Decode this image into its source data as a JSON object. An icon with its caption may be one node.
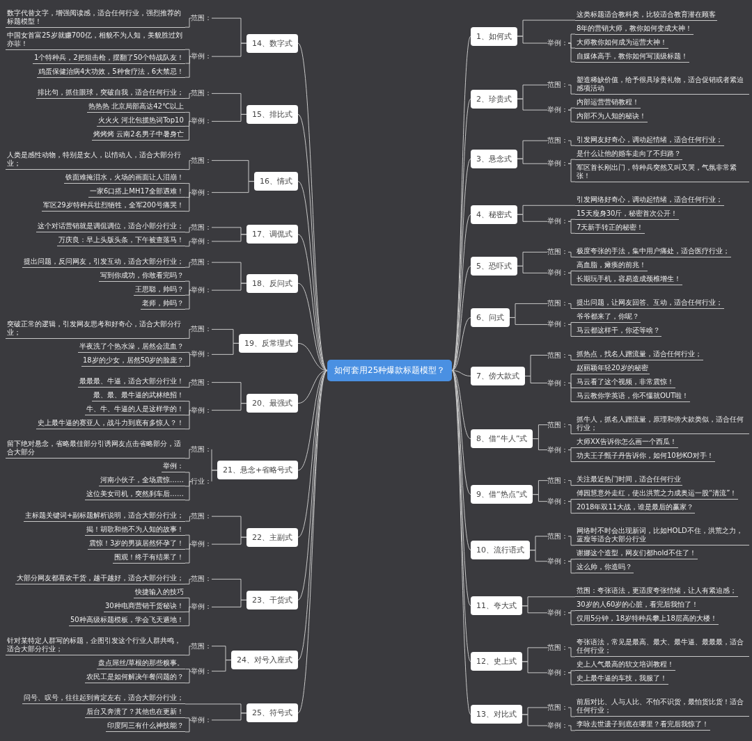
{
  "diagram": {
    "nodes": [
      {
        "text": [
          "如何套用25种爆款标题模型？"
        ]
      },
      {
        "text": [
          "1、如何式"
        ]
      },
      {
        "text": [
          "这类标题适合教科类，比较适合教育潜在顾客"
        ]
      },
      {
        "text": [
          "举例："
        ]
      },
      {
        "text": [
          "8年的营销大师，教你如何变成大神！"
        ]
      },
      {
        "text": [
          "大师教你如何成为运营大神！"
        ]
      },
      {
        "text": [
          "自媒体高手，教你如何写顶级标题！"
        ]
      },
      {
        "text": [
          "2、珍贵式"
        ]
      },
      {
        "text": [
          "范围："
        ]
      },
      {
        "text": [
          "塑造稀缺价值，给予很具珍贵礼物，适合促销或者紧迫感项活动"
        ]
      },
      {
        "text": [
          "举例："
        ]
      },
      {
        "text": [
          "内部运营营销教程！"
        ]
      },
      {
        "text": [
          "内部不为人知的秘诀！"
        ]
      },
      {
        "text": [
          "3、悬念式"
        ]
      },
      {
        "text": [
          "范围："
        ]
      },
      {
        "text": [
          "引发网友好奇心，调动起情绪，适合任何行业；"
        ]
      },
      {
        "text": [
          "举例："
        ]
      },
      {
        "text": [
          "是什么让他的婚车走向了不归路？"
        ]
      },
      {
        "text": [
          "军区首长刚出门，特种兵突然又叫又哭，气氛非常紧张！"
        ]
      },
      {
        "text": [
          "4、秘密式"
        ]
      },
      {
        "text": [
          "引发网络好奇心，调动起情绪，适合任何行业；"
        ]
      },
      {
        "text": [
          "举例："
        ]
      },
      {
        "text": [
          "15天瘦身30斤，秘密首次公开！"
        ]
      },
      {
        "text": [
          "7天新手转正的秘密！"
        ]
      },
      {
        "text": [
          "5、恐吓式"
        ]
      },
      {
        "text": [
          "范围："
        ]
      },
      {
        "text": [
          "极度夸张的手法，集中用户痛处，适合医疗行业；"
        ]
      },
      {
        "text": [
          "举例："
        ]
      },
      {
        "text": [
          "高血脂，瘫痪的前兆！"
        ]
      },
      {
        "text": [
          "长期玩手机，容易造成颈椎增生！"
        ]
      },
      {
        "text": [
          "6、问式"
        ]
      },
      {
        "text": [
          "范围："
        ]
      },
      {
        "text": [
          "提出问题，让网友回答、互动，适合任何行业；"
        ]
      },
      {
        "text": [
          "举例："
        ]
      },
      {
        "text": [
          "爷爷都来了，你呢？"
        ]
      },
      {
        "text": [
          "马云都这样干，你还等啥？"
        ]
      },
      {
        "text": [
          "7、傍大款式"
        ]
      },
      {
        "text": [
          "范围："
        ]
      },
      {
        "text": [
          "抓热点，找名人蹭流量，适合任何行业；"
        ]
      },
      {
        "text": [
          "举例："
        ]
      },
      {
        "text": [
          "赵丽颖年轻20岁的秘密"
        ]
      },
      {
        "text": [
          "马云看了这个视频，非常震惊！"
        ]
      },
      {
        "text": [
          "马云教你学英语，你不懂就OUT啦！"
        ]
      },
      {
        "text": [
          "8、借“牛人”式"
        ]
      },
      {
        "text": [
          "范围："
        ]
      },
      {
        "text": [
          "抓牛人，抓名人蹭流量，原理和傍大款类似，适合任何行业；"
        ]
      },
      {
        "text": [
          "举例："
        ]
      },
      {
        "text": [
          "大师XX告诉你怎么画一个西瓜！"
        ]
      },
      {
        "text": [
          "功夫王子甄子丹告诉你，如何10秒KO对手！"
        ]
      },
      {
        "text": [
          "9、借“热点”式"
        ]
      },
      {
        "text": [
          "范围："
        ]
      },
      {
        "text": [
          "关注最近热门时间，适合任何行业"
        ]
      },
      {
        "text": [
          "举例："
        ]
      },
      {
        "text": [
          "傅园慧意外走红，使出洪荒之力成奥运一股“清流”！"
        ]
      },
      {
        "text": [
          "2018年双11大战，谁是最后的赢家？"
        ]
      },
      {
        "text": [
          "10、流行语式"
        ]
      },
      {
        "text": [
          "范围："
        ]
      },
      {
        "text": [
          "网络时不时会出现新词，比如HOLD不住，洪荒之力，蓝瘦等适合大部分行业"
        ]
      },
      {
        "text": [
          "举例："
        ]
      },
      {
        "text": [
          "谢娜这个造型，网友们都hold不住了！"
        ]
      },
      {
        "text": [
          "这么帅，你造吗？"
        ]
      },
      {
        "text": [
          "11、夸大式"
        ]
      },
      {
        "text": [
          "范围：夸张语法，更适度夸张情绪，让人有紧迫感；"
        ]
      },
      {
        "text": [
          "举例："
        ]
      },
      {
        "text": [
          "30岁的人60岁的心脏，看完后我怕了！"
        ]
      },
      {
        "text": [
          "仅用5分钟，18岁特种兵攀上18层高的大楼！"
        ]
      },
      {
        "text": [
          "12、史上式"
        ]
      },
      {
        "text": [
          "范围："
        ]
      },
      {
        "text": [
          "夸张语法，常见是最高、最大、最牛逼、最最最，适合任何行业；"
        ]
      },
      {
        "text": [
          "举例："
        ]
      },
      {
        "text": [
          "史上人气最高的软文培训教程！"
        ]
      },
      {
        "text": [
          "史上最牛逼的车技，我服了！"
        ]
      },
      {
        "text": [
          "13、对比式"
        ]
      },
      {
        "text": [
          "范围："
        ]
      },
      {
        "text": [
          "前后对比、人与人比、不怕不识货，最怕货比货！适合任何行业；"
        ]
      },
      {
        "text": [
          "举例："
        ]
      },
      {
        "text": [
          "李咏去世遗子到底在哪里？看完后我惊了！"
        ]
      },
      {
        "text": [
          "14、数字式"
        ]
      },
      {
        "text": [
          "范围："
        ]
      },
      {
        "text": [
          "数字代替文字，增强阅读感，适合任何行业，强烈推荐的标题模型！"
        ]
      },
      {
        "text": [
          "举例："
        ]
      },
      {
        "text": [
          "中国女首富25岁就赚700亿，相貌不为人知，美貌胜过刘亦菲！"
        ]
      },
      {
        "text": [
          "1个特种兵，2把狙击枪，摆翻了50个特战队友！"
        ]
      },
      {
        "text": [
          "鸡蛋保健治病4大功效，5种食疗法，6大禁忌！"
        ]
      },
      {
        "text": [
          "15、排比式"
        ]
      },
      {
        "text": [
          "范围："
        ]
      },
      {
        "text": [
          "排比句，抓住眼球，突破自我，适合任何行业；"
        ]
      },
      {
        "text": [
          "举例："
        ]
      },
      {
        "text": [
          "热热热 北京局部高达42℃以上"
        ]
      },
      {
        "text": [
          "火火火 河北包揽热词Top10"
        ]
      },
      {
        "text": [
          "烤烤烤 云南2名男子中暑身亡"
        ]
      },
      {
        "text": [
          "16、情式"
        ]
      },
      {
        "text": [
          "范围："
        ]
      },
      {
        "text": [
          "人类是感性动物，特别是女人，以情动人，适合大部分行业；"
        ]
      },
      {
        "text": [
          "举例："
        ]
      },
      {
        "text": [
          "铁面难掩泪水，火场的画面让人泪崩！"
        ]
      },
      {
        "text": [
          "一家6口搭上MH17全部遇难！"
        ]
      },
      {
        "text": [
          "军区29岁特种兵壮烈牺牲，全军200号痛哭！"
        ]
      },
      {
        "text": [
          "17、调侃式"
        ]
      },
      {
        "text": [
          "范围："
        ]
      },
      {
        "text": [
          "这个对话营销就是调侃调位，适合小部分行业；"
        ]
      },
      {
        "text": [
          "举例："
        ]
      },
      {
        "text": [
          "万庆良：早上头版头条，下午被查落马！"
        ]
      },
      {
        "text": [
          "18、反问式"
        ]
      },
      {
        "text": [
          "范围："
        ]
      },
      {
        "text": [
          "提出问题，反问网友，引发互动，适合大部分行业；"
        ]
      },
      {
        "text": [
          "举例："
        ]
      },
      {
        "text": [
          "写到你成功，你敢看完吗？"
        ]
      },
      {
        "text": [
          "王思聪，帅吗？"
        ]
      },
      {
        "text": [
          "老师，帅吗？"
        ]
      },
      {
        "text": [
          "19、反常理式"
        ]
      },
      {
        "text": [
          "范围："
        ]
      },
      {
        "text": [
          "突破正常的逻辑，引发网友思考和好奇心，适合大部分行业；"
        ]
      },
      {
        "text": [
          "举例："
        ]
      },
      {
        "text": [
          "半夜洗了个热水澡，居然会流血？"
        ]
      },
      {
        "text": [
          "18岁的少女，居然50岁的脸庞？"
        ]
      },
      {
        "text": [
          "20、最强式"
        ]
      },
      {
        "text": [
          "范围："
        ]
      },
      {
        "text": [
          "最最最、牛逼，适合大部分行业！"
        ]
      },
      {
        "text": [
          "举例："
        ]
      },
      {
        "text": [
          "最、最、最牛逼的武林绝招！"
        ]
      },
      {
        "text": [
          "牛、牛、牛逼的人是这样学的！"
        ]
      },
      {
        "text": [
          "史上最牛逼的赛亚人，战斗力到底有多惊人？！"
        ]
      },
      {
        "text": [
          "21、悬念+省略号式"
        ]
      },
      {
        "text": [
          "范围："
        ]
      },
      {
        "text": [
          "留下绝对悬念，省略最佳部分引诱网友点击省略部分，适合大部分"
        ]
      },
      {
        "text": [
          "行业："
        ]
      },
      {
        "text": [
          "举例："
        ]
      },
      {
        "text": [
          "河南小伙子，全场震惊……"
        ]
      },
      {
        "text": [
          "这位美女司机，突然刹车后……"
        ]
      },
      {
        "text": [
          "22、主副式"
        ]
      },
      {
        "text": [
          "范围："
        ]
      },
      {
        "text": [
          "主标题关键词+副标题解析说明，适合大部分行业；"
        ]
      },
      {
        "text": [
          "举例："
        ]
      },
      {
        "text": [
          "揭！胡歌和他不为人知的故事！"
        ]
      },
      {
        "text": [
          "震惊！3岁的男孩居然怀孕了！"
        ]
      },
      {
        "text": [
          "围观！终于有结果了！"
        ]
      },
      {
        "text": [
          "23、干货式"
        ]
      },
      {
        "text": [
          "范围："
        ]
      },
      {
        "text": [
          "大部分网友都喜欢干货，越干越好，适合大部分行业；"
        ]
      },
      {
        "text": [
          "举例："
        ]
      },
      {
        "text": [
          "快捷输入的技巧"
        ]
      },
      {
        "text": [
          "30种电商营销干货秘诀！"
        ]
      },
      {
        "text": [
          "50种高级标题模板，学会飞天遁地！"
        ]
      },
      {
        "text": [
          "24、对号入座式"
        ]
      },
      {
        "text": [
          "范围："
        ]
      },
      {
        "text": [
          "针对某特定人群写的标题，企图引发这个行业人群共鸣，适合大部分行业；"
        ]
      },
      {
        "text": [
          "举例："
        ]
      },
      {
        "text": [
          "盘点屌丝/草根的那些糗事。"
        ]
      },
      {
        "text": [
          "农民工是如何解决午餐问题的？"
        ]
      },
      {
        "text": [
          "25、符号式"
        ]
      },
      {
        "text": [
          "问号、叹号，往往起到肯定左右，适合大部分行业；"
        ]
      },
      {
        "text": [
          "举例："
        ]
      },
      {
        "text": [
          "后台又奔溃了？其他也在更新！"
        ]
      },
      {
        "text": [
          "印度阿三有什么神技能？"
        ]
      }
    ],
    "edges": [
      {
        "from": 0,
        "to": 1,
        "arrow": "none"
      },
      {
        "from": 1,
        "to": 2,
        "arrow": "none"
      },
      {
        "from": 1,
        "to": 3,
        "arrow": "none"
      },
      {
        "from": 3,
        "to": 4,
        "arrow": "none"
      },
      {
        "from": 3,
        "to": 5,
        "arrow": "none"
      },
      {
        "from": 3,
        "to": 6,
        "arrow": "none"
      },
      {
        "from": 0,
        "to": 7,
        "arrow": "none"
      },
      {
        "from": 7,
        "to": 8,
        "arrow": "none"
      },
      {
        "from": 8,
        "to": 9,
        "arrow": "none"
      },
      {
        "from": 7,
        "to": 10,
        "arrow": "none"
      },
      {
        "from": 10,
        "to": 11,
        "arrow": "none"
      },
      {
        "from": 10,
        "to": 12,
        "arrow": "none"
      },
      {
        "from": 0,
        "to": 13,
        "arrow": "none"
      },
      {
        "from": 13,
        "to": 14,
        "arrow": "none"
      },
      {
        "from": 14,
        "to": 15,
        "arrow": "none"
      },
      {
        "from": 13,
        "to": 16,
        "arrow": "none"
      },
      {
        "from": 16,
        "to": 17,
        "arrow": "none"
      },
      {
        "from": 16,
        "to": 18,
        "arrow": "none"
      },
      {
        "from": 0,
        "to": 19,
        "arrow": "none"
      },
      {
        "from": 19,
        "to": 20,
        "arrow": "none"
      },
      {
        "from": 19,
        "to": 21,
        "arrow": "none"
      },
      {
        "from": 21,
        "to": 22,
        "arrow": "none"
      },
      {
        "from": 21,
        "to": 23,
        "arrow": "none"
      },
      {
        "from": 0,
        "to": 24,
        "arrow": "none"
      },
      {
        "from": 24,
        "to": 25,
        "arrow": "none"
      },
      {
        "from": 25,
        "to": 26,
        "arrow": "none"
      },
      {
        "from": 24,
        "to": 27,
        "arrow": "none"
      },
      {
        "from": 27,
        "to": 28,
        "arrow": "none"
      },
      {
        "from": 27,
        "to": 29,
        "arrow": "none"
      },
      {
        "from": 0,
        "to": 30,
        "arrow": "none"
      },
      {
        "from": 30,
        "to": 31,
        "arrow": "none"
      },
      {
        "from": 31,
        "to": 32,
        "arrow": "none"
      },
      {
        "from": 30,
        "to": 33,
        "arrow": "none"
      },
      {
        "from": 33,
        "to": 34,
        "arrow": "none"
      },
      {
        "from": 33,
        "to": 35,
        "arrow": "none"
      },
      {
        "from": 0,
        "to": 36,
        "arrow": "none"
      },
      {
        "from": 36,
        "to": 37,
        "arrow": "none"
      },
      {
        "from": 37,
        "to": 38,
        "arrow": "none"
      },
      {
        "from": 36,
        "to": 39,
        "arrow": "none"
      },
      {
        "from": 39,
        "to": 40,
        "arrow": "none"
      },
      {
        "from": 39,
        "to": 41,
        "arrow": "none"
      },
      {
        "from": 39,
        "to": 42,
        "arrow": "none"
      },
      {
        "from": 0,
        "to": 43,
        "arrow": "none"
      },
      {
        "from": 43,
        "to": 44,
        "arrow": "none"
      },
      {
        "from": 44,
        "to": 45,
        "arrow": "none"
      },
      {
        "from": 43,
        "to": 46,
        "arrow": "none"
      },
      {
        "from": 46,
        "to": 47,
        "arrow": "none"
      },
      {
        "from": 46,
        "to": 48,
        "arrow": "none"
      },
      {
        "from": 0,
        "to": 49,
        "arrow": "none"
      },
      {
        "from": 49,
        "to": 50,
        "arrow": "none"
      },
      {
        "from": 50,
        "to": 51,
        "arrow": "none"
      },
      {
        "from": 49,
        "to": 52,
        "arrow": "none"
      },
      {
        "from": 52,
        "to": 53,
        "arrow": "none"
      },
      {
        "from": 52,
        "to": 54,
        "arrow": "none"
      },
      {
        "from": 0,
        "to": 55,
        "arrow": "none"
      },
      {
        "from": 55,
        "to": 56,
        "arrow": "none"
      },
      {
        "from": 56,
        "to": 57,
        "arrow": "none"
      },
      {
        "from": 55,
        "to": 58,
        "arrow": "none"
      },
      {
        "from": 58,
        "to": 59,
        "arrow": "none"
      },
      {
        "from": 58,
        "to": 60,
        "arrow": "none"
      },
      {
        "from": 0,
        "to": 61,
        "arrow": "none"
      },
      {
        "from": 61,
        "to": 62,
        "arrow": "none"
      },
      {
        "from": 61,
        "to": 63,
        "arrow": "none"
      },
      {
        "from": 63,
        "to": 64,
        "arrow": "none"
      },
      {
        "from": 63,
        "to": 65,
        "arrow": "none"
      },
      {
        "from": 0,
        "to": 66,
        "arrow": "none"
      },
      {
        "from": 66,
        "to": 67,
        "arrow": "none"
      },
      {
        "from": 67,
        "to": 68,
        "arrow": "none"
      },
      {
        "from": 66,
        "to": 69,
        "arrow": "none"
      },
      {
        "from": 69,
        "to": 70,
        "arrow": "none"
      },
      {
        "from": 69,
        "to": 71,
        "arrow": "none"
      },
      {
        "from": 0,
        "to": 72,
        "arrow": "none"
      },
      {
        "from": 72,
        "to": 73,
        "arrow": "none"
      },
      {
        "from": 73,
        "to": 74,
        "arrow": "none"
      },
      {
        "from": 72,
        "to": 75,
        "arrow": "none"
      },
      {
        "from": 75,
        "to": 76,
        "arrow": "none"
      },
      {
        "from": 0,
        "to": 77,
        "arrow": "none"
      },
      {
        "from": 77,
        "to": 78,
        "arrow": "none"
      },
      {
        "from": 78,
        "to": 79,
        "arrow": "none"
      },
      {
        "from": 77,
        "to": 80,
        "arrow": "none"
      },
      {
        "from": 80,
        "to": 81,
        "arrow": "none"
      },
      {
        "from": 80,
        "to": 82,
        "arrow": "none"
      },
      {
        "from": 80,
        "to": 83,
        "arrow": "none"
      },
      {
        "from": 0,
        "to": 84,
        "arrow": "none"
      },
      {
        "from": 84,
        "to": 85,
        "arrow": "none"
      },
      {
        "from": 85,
        "to": 86,
        "arrow": "none"
      },
      {
        "from": 84,
        "to": 87,
        "arrow": "none"
      },
      {
        "from": 87,
        "to": 88,
        "arrow": "none"
      },
      {
        "from": 87,
        "to": 89,
        "arrow": "none"
      },
      {
        "from": 87,
        "to": 90,
        "arrow": "none"
      },
      {
        "from": 0,
        "to": 91,
        "arrow": "none"
      },
      {
        "from": 91,
        "to": 92,
        "arrow": "none"
      },
      {
        "from": 92,
        "to": 93,
        "arrow": "none"
      },
      {
        "from": 91,
        "to": 94,
        "arrow": "none"
      },
      {
        "from": 94,
        "to": 95,
        "arrow": "none"
      },
      {
        "from": 94,
        "to": 96,
        "arrow": "none"
      },
      {
        "from": 94,
        "to": 97,
        "arrow": "none"
      },
      {
        "from": 0,
        "to": 98,
        "arrow": "none"
      },
      {
        "from": 98,
        "to": 99,
        "arrow": "none"
      },
      {
        "from": 99,
        "to": 100,
        "arrow": "none"
      },
      {
        "from": 98,
        "to": 101,
        "arrow": "none"
      },
      {
        "from": 101,
        "to": 102,
        "arrow": "none"
      },
      {
        "from": 0,
        "to": 103,
        "arrow": "none"
      },
      {
        "from": 103,
        "to": 104,
        "arrow": "none"
      },
      {
        "from": 104,
        "to": 105,
        "arrow": "none"
      },
      {
        "from": 103,
        "to": 106,
        "arrow": "none"
      },
      {
        "from": 106,
        "to": 107,
        "arrow": "none"
      },
      {
        "from": 106,
        "to": 108,
        "arrow": "none"
      },
      {
        "from": 106,
        "to": 109,
        "arrow": "none"
      },
      {
        "from": 0,
        "to": 110,
        "arrow": "none"
      },
      {
        "from": 110,
        "to": 111,
        "arrow": "none"
      },
      {
        "from": 111,
        "to": 112,
        "arrow": "none"
      },
      {
        "from": 110,
        "to": 113,
        "arrow": "none"
      },
      {
        "from": 113,
        "to": 114,
        "arrow": "none"
      },
      {
        "from": 113,
        "to": 115,
        "arrow": "none"
      },
      {
        "from": 0,
        "to": 116,
        "arrow": "none"
      },
      {
        "from": 116,
        "to": 117,
        "arrow": "none"
      },
      {
        "from": 117,
        "to": 118,
        "arrow": "none"
      },
      {
        "from": 116,
        "to": 119,
        "arrow": "none"
      },
      {
        "from": 119,
        "to": 120,
        "arrow": "none"
      },
      {
        "from": 119,
        "to": 121,
        "arrow": "none"
      },
      {
        "from": 119,
        "to": 122,
        "arrow": "none"
      },
      {
        "from": 0,
        "to": 123,
        "arrow": "none"
      },
      {
        "from": 123,
        "to": 124,
        "arrow": "none"
      },
      {
        "from": 124,
        "to": 125,
        "arrow": "none"
      },
      {
        "from": 123,
        "to": 126,
        "arrow": "none"
      },
      {
        "from": 126,
        "to": 127,
        "arrow": "none"
      },
      {
        "from": 126,
        "to": 128,
        "arrow": "none"
      },
      {
        "from": 126,
        "to": 129,
        "arrow": "none"
      },
      {
        "from": 0,
        "to": 130,
        "arrow": "none"
      },
      {
        "from": 130,
        "to": 131,
        "arrow": "none"
      },
      {
        "from": 131,
        "to": 132,
        "arrow": "none"
      },
      {
        "from": 130,
        "to": 133,
        "arrow": "none"
      },
      {
        "from": 133,
        "to": 134,
        "arrow": "none"
      },
      {
        "from": 133,
        "to": 135,
        "arrow": "none"
      },
      {
        "from": 133,
        "to": 136,
        "arrow": "none"
      },
      {
        "from": 0,
        "to": 137,
        "arrow": "none"
      },
      {
        "from": 137,
        "to": 138,
        "arrow": "none"
      },
      {
        "from": 138,
        "to": 139,
        "arrow": "none"
      },
      {
        "from": 137,
        "to": 140,
        "arrow": "none"
      },
      {
        "from": 140,
        "to": 141,
        "arrow": "none"
      },
      {
        "from": 140,
        "to": 142,
        "arrow": "none"
      },
      {
        "from": 140,
        "to": 143,
        "arrow": "none"
      },
      {
        "from": 0,
        "to": 144,
        "arrow": "none"
      },
      {
        "from": 144,
        "to": 145,
        "arrow": "none"
      },
      {
        "from": 145,
        "to": 146,
        "arrow": "none"
      },
      {
        "from": 144,
        "to": 147,
        "arrow": "none"
      },
      {
        "from": 147,
        "to": 148,
        "arrow": "none"
      },
      {
        "from": 147,
        "to": 149,
        "arrow": "none"
      },
      {
        "from": 0,
        "to": 150,
        "arrow": "none"
      },
      {
        "from": 150,
        "to": 151,
        "arrow": "none"
      },
      {
        "from": 150,
        "to": 152,
        "arrow": "none"
      },
      {
        "from": 152,
        "to": 153,
        "arrow": "none"
      },
      {
        "from": 152,
        "to": 154,
        "arrow": "none"
      }
    ]
  }
}
